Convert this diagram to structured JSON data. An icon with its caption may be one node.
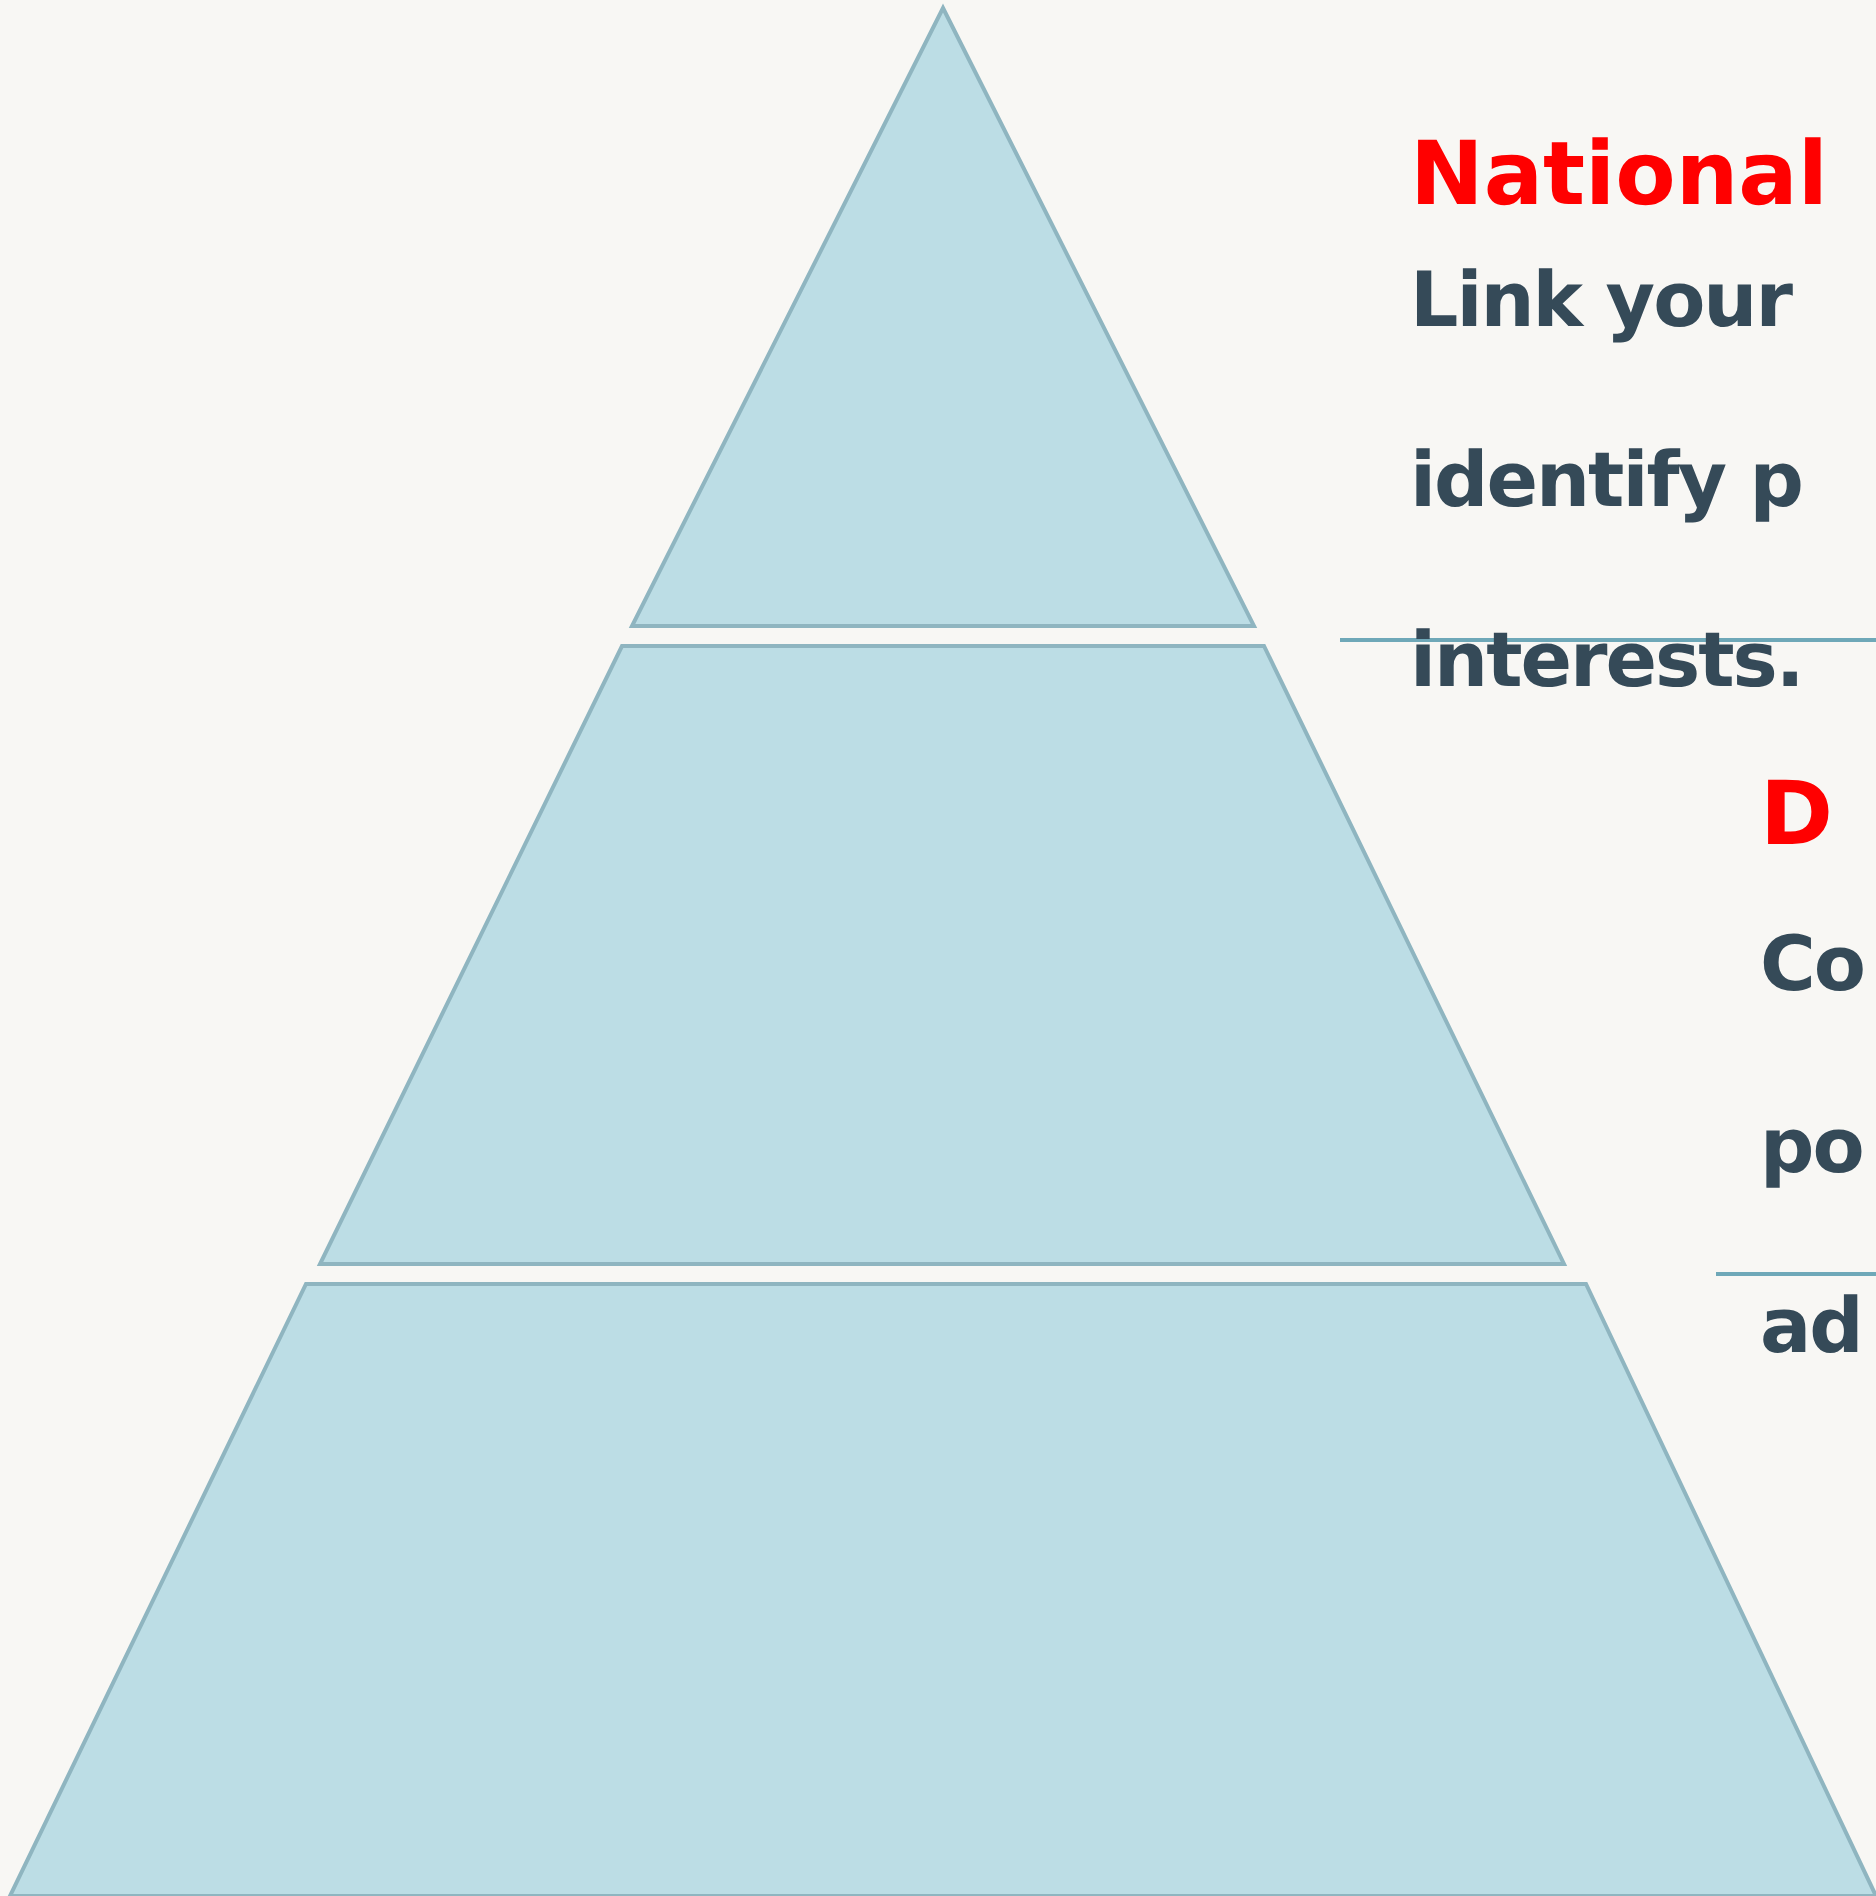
{
  "diagram": {
    "nodes": [
      {
        "text": [],
        "shape": "triangle"
      },
      {
        "text": [],
        "shape": "trapezoid"
      },
      {
        "text": [],
        "shape": "trapezoid"
      }
    ],
    "edges": [],
    "labels": [
      "National",
      "Link your",
      "identify p",
      "interests.",
      "D",
      "Co",
      "po",
      "ad"
    ]
  }
}
